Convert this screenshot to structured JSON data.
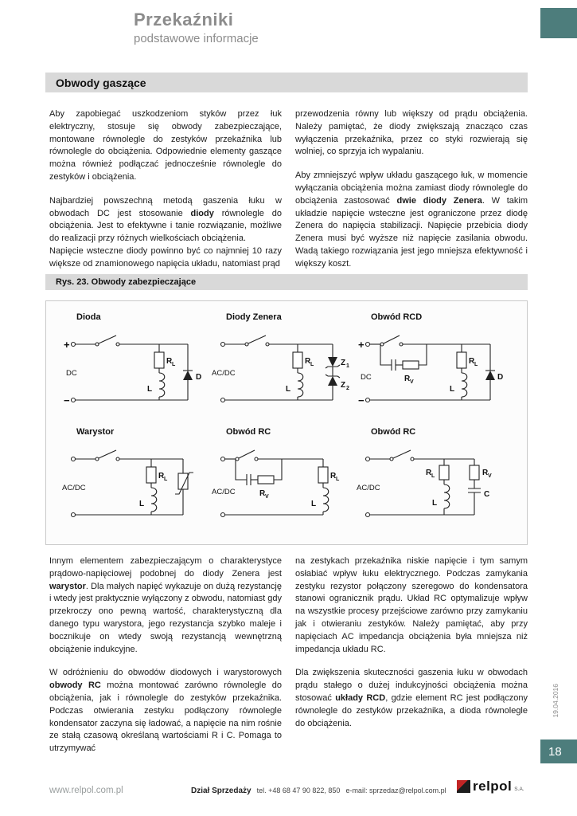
{
  "colors": {
    "accent_teal": "#4d7d7c",
    "bar_gray": "#d9d9d9"
  },
  "header": {
    "title": "Przekaźniki",
    "subtitle": "podstawowe informacje"
  },
  "section": {
    "title": "Obwody gaszące"
  },
  "intro": {
    "left": {
      "p1": "Aby zapobiegać uszkodzeniom styków przez łuk elektryczny, stosuje się obwody zabezpieczające, montowane równolegle do zestyków przekaźnika lub równolegle do obciążenia. Odpowiednie elementy gaszące można również podłączać jednocześnie równolegle do zestyków i obciążenia.",
      "p2": [
        {
          "t": "Najbardziej powszechną metodą gaszenia łuku w obwodach DC jest stosowanie "
        },
        {
          "t": "diody",
          "b": true
        },
        {
          "t": " równolegle do obciążenia. Jest to efektywne i tanie rozwiązanie, możliwe do realizacji przy różnych wielkościach obciążenia."
        }
      ],
      "p3": "Napięcie wsteczne diody powinno być co najmniej 10 razy większe od znamionowego napięcia układu, natomiast prąd"
    },
    "right": {
      "p1": "przewodzenia równy lub większy od prądu obciążenia. Należy pamiętać, że diody zwiększają znacząco czas wyłączenia przekaźnika, przez co styki rozwierają się wolniej, co sprzyja ich wypalaniu.",
      "p2": [
        {
          "t": "Aby zmniejszyć wpływ układu gaszącego łuk, w momencie wyłączania obciążenia można zamiast diody równolegle do obciążenia zastosować "
        },
        {
          "t": "dwie diody Zenera",
          "b": true
        },
        {
          "t": ". W takim układzie napięcie wsteczne jest ograniczone przez diodę Zenera do napięcia stabilizacji. Napięcie przebicia diody Zenera musi być wyższe niż napięcie zasilania obwodu. Wadą takiego rozwiązania jest jego mniejsza efektywność i większy koszt."
        }
      ]
    }
  },
  "figure": {
    "caption": "Rys. 23. Obwody zabezpieczające",
    "circuits": [
      {
        "title": "Dioda"
      },
      {
        "title": "Diody Zenera"
      },
      {
        "title": "Obwód RCD"
      },
      {
        "title": "Warystor"
      },
      {
        "title": "Obwód RC"
      },
      {
        "title": "Obwód RC"
      }
    ],
    "sym": {
      "plus": "+",
      "minus": "−",
      "dc": "DC",
      "acdc": "AC/DC",
      "r": "R",
      "sub_l": "L",
      "sub_v": "V",
      "l": "L",
      "d": "D",
      "c": "C",
      "z": "Z",
      "sub_1": "1",
      "sub_2": "2"
    }
  },
  "lower": {
    "left": {
      "p1": [
        {
          "t": "Innym elementem zabezpieczającym o charakterystyce prądowo-napięciowej podobnej do diody Zenera jest "
        },
        {
          "t": "warystor",
          "b": true
        },
        {
          "t": ". Dla małych napięć wykazuje on dużą rezystancję i wtedy jest praktycznie wyłączony z obwodu, natomiast gdy przekroczy ono pewną wartość, charakterystyczną dla danego typu warystora, jego rezystancja szybko maleje i bocznikuje on wtedy swoją rezystancją wewnętrzną obciążenie indukcyjne."
        }
      ],
      "p2": [
        {
          "t": "W odróżnieniu do obwodów diodowych i warystorowych "
        },
        {
          "t": "obwody RC",
          "b": true
        },
        {
          "t": " można montować zarówno równolegle do obciążenia, jak i równolegle do zestyków przekaźnika. Podczas otwierania zestyku podłączony równolegle kondensator zaczyna się ładować, a napięcie na nim rośnie ze stałą czasową określaną wartościami R i C. Pomaga to utrzymywać"
        }
      ]
    },
    "right": {
      "p1": "na zestykach przekaźnika niskie napięcie i tym samym osłabiać wpływ łuku elektrycznego. Podczas zamykania zestyku rezystor połączony szeregowo do kondensatora stanowi ogranicznik prądu. Układ RC optymalizuje wpływ na wszystkie procesy przejściowe zarówno przy zamykaniu jak i otwieraniu zestyków. Należy pamiętać, aby przy napięciach AC impedancja obciążenia była mniejsza niż impedancja układu RC.",
      "p2": [
        {
          "t": "Dla zwiększenia skuteczności gaszenia łuku w obwodach prądu stałego o dużej indukcyjności obciążenia można stosować "
        },
        {
          "t": "układy RCD",
          "b": true
        },
        {
          "t": ", gdzie element RC jest podłączony równolegle do zestyków przekaźnika, a dioda równolegle do obciążenia."
        }
      ]
    }
  },
  "footer": {
    "website": "www.relpol.com.pl",
    "dept": "Dział Sprzedaży",
    "phone": "tel. +48 68 47 90 822, 850",
    "email": "e-mail: sprzedaz@relpol.com.pl",
    "logo_text": "relpol",
    "logo_suffix": "S.A.",
    "page_number": "18",
    "date": "19.04.2016"
  }
}
